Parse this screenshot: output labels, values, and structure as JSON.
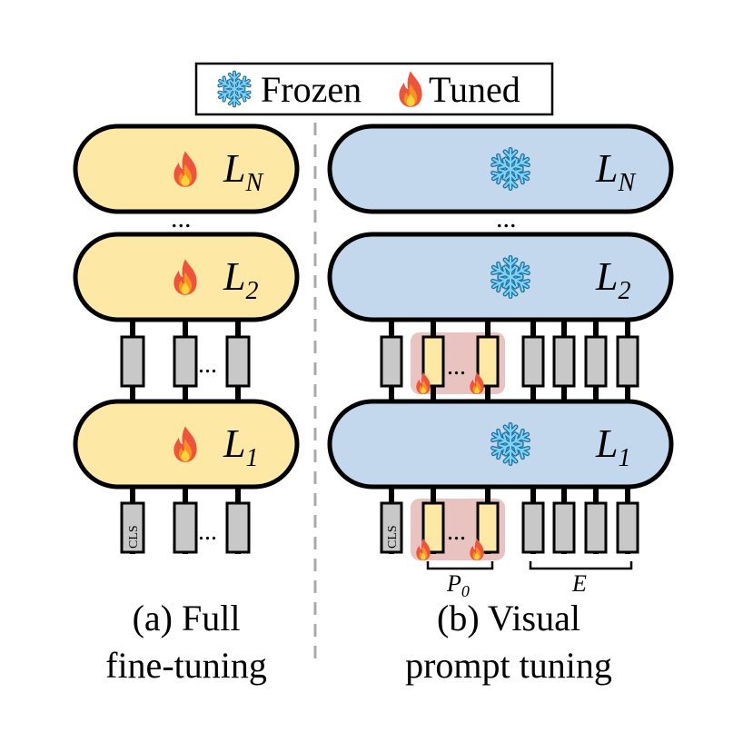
{
  "legend": {
    "frozen_label": "Frozen",
    "tuned_label": "Tuned",
    "frozen_icon": "snowflake-icon",
    "tuned_icon": "fire-icon"
  },
  "left": {
    "layers": [
      {
        "base": "L",
        "sub": "N"
      },
      {
        "base": "L",
        "sub": "2"
      },
      {
        "base": "L",
        "sub": "1"
      }
    ],
    "dots": "...",
    "token_dots": "...",
    "cls_label": "CLS",
    "caption_line1": "(a) Full",
    "caption_line2": "fine-tuning"
  },
  "right": {
    "layers": [
      {
        "base": "L",
        "sub": "N"
      },
      {
        "base": "L",
        "sub": "2"
      },
      {
        "base": "L",
        "sub": "1"
      }
    ],
    "dots": "...",
    "token_dots": "...",
    "cls_label": "CLS",
    "prompt_label_base": "P",
    "prompt_label_sub": "0",
    "embed_label": "E",
    "caption_line1": "(b) Visual",
    "caption_line2": "prompt tuning"
  },
  "colors": {
    "tuned_fill": "#fde8a6",
    "frozen_fill": "#c3d8ec",
    "token_gray": "#c8c8c8",
    "prompt_fill": "#fde8a6",
    "prompt_highlight": "#e8c3c0",
    "divider": "#aaaaaa"
  }
}
